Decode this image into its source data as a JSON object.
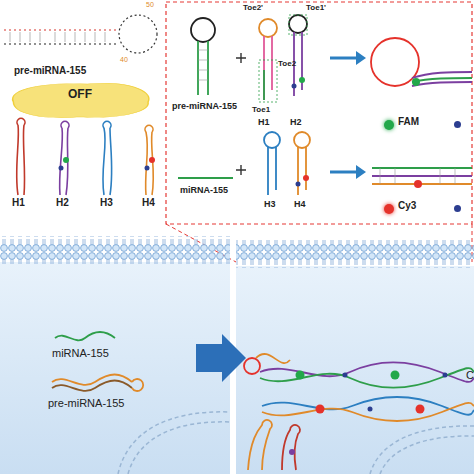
{
  "diagram": {
    "nodes": [
      {
        "text": [
          "OFF"
        ]
      }
    ],
    "labels": [
      "50",
      "40",
      "pre-miRNA-155",
      "H1",
      "H2",
      "H3",
      "H4",
      "pre-miRNA-155",
      "Toe2'",
      "Toe1'",
      "Toe2",
      "Toe1",
      "H1",
      "H2",
      "miRNA-155",
      "H3",
      "H4",
      "miRNA-155",
      "pre-miRNA-155",
      "C"
    ],
    "legend": [
      {
        "text": "FAM",
        "color": "#22a84a"
      },
      {
        "text": "Cy3",
        "color": "#e5322b"
      }
    ]
  }
}
